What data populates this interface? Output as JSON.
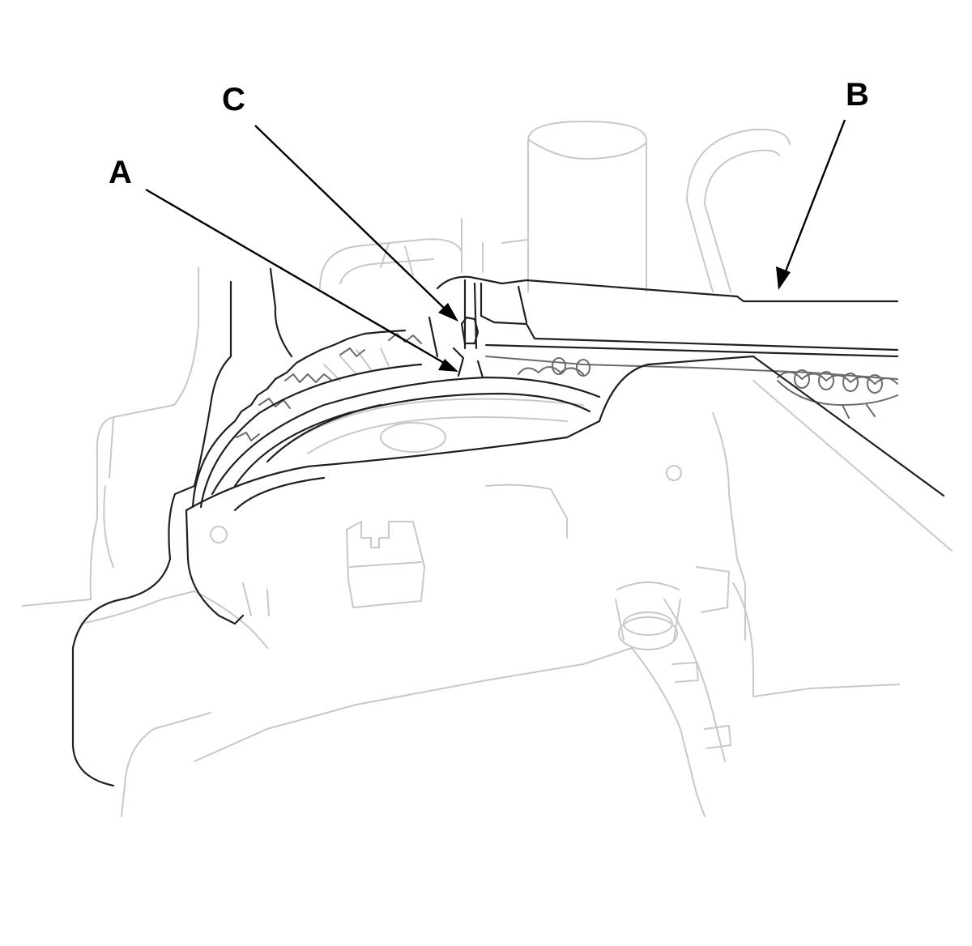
{
  "figure": {
    "callouts": [
      {
        "id": "A",
        "label": "A"
      },
      {
        "id": "B",
        "label": "B"
      },
      {
        "id": "C",
        "label": "C"
      }
    ],
    "colors": {
      "background": "#ffffff",
      "callout": "#000000",
      "outline_dark": "#202020",
      "outline_light": "#c8c8c8"
    }
  }
}
